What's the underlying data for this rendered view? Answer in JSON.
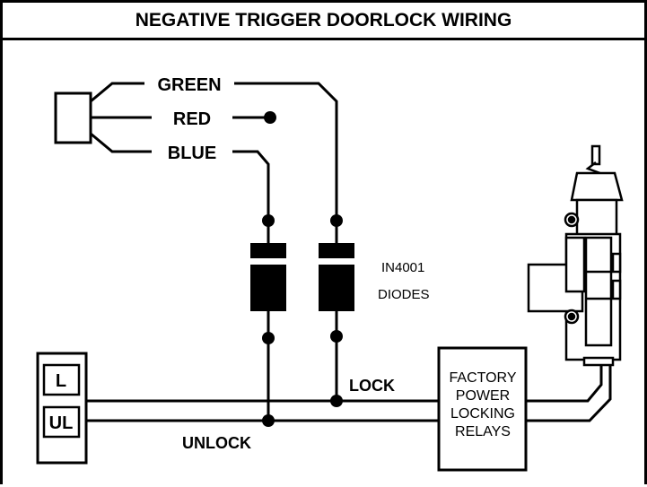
{
  "title": "NEGATIVE TRIGGER DOORLOCK WIRING",
  "wires": {
    "green": "GREEN",
    "red": "RED",
    "blue": "BLUE",
    "lock": "LOCK",
    "unlock": "UNLOCK"
  },
  "diodes": {
    "part_number": "IN4001",
    "label": "DIODES"
  },
  "switch_terminals": {
    "lock": "L",
    "unlock": "UL"
  },
  "relay_box": {
    "lines": [
      "FACTORY",
      "POWER",
      "LOCKING",
      "RELAYS"
    ]
  },
  "colors": {
    "line": "#000000",
    "background": "#ffffff"
  }
}
